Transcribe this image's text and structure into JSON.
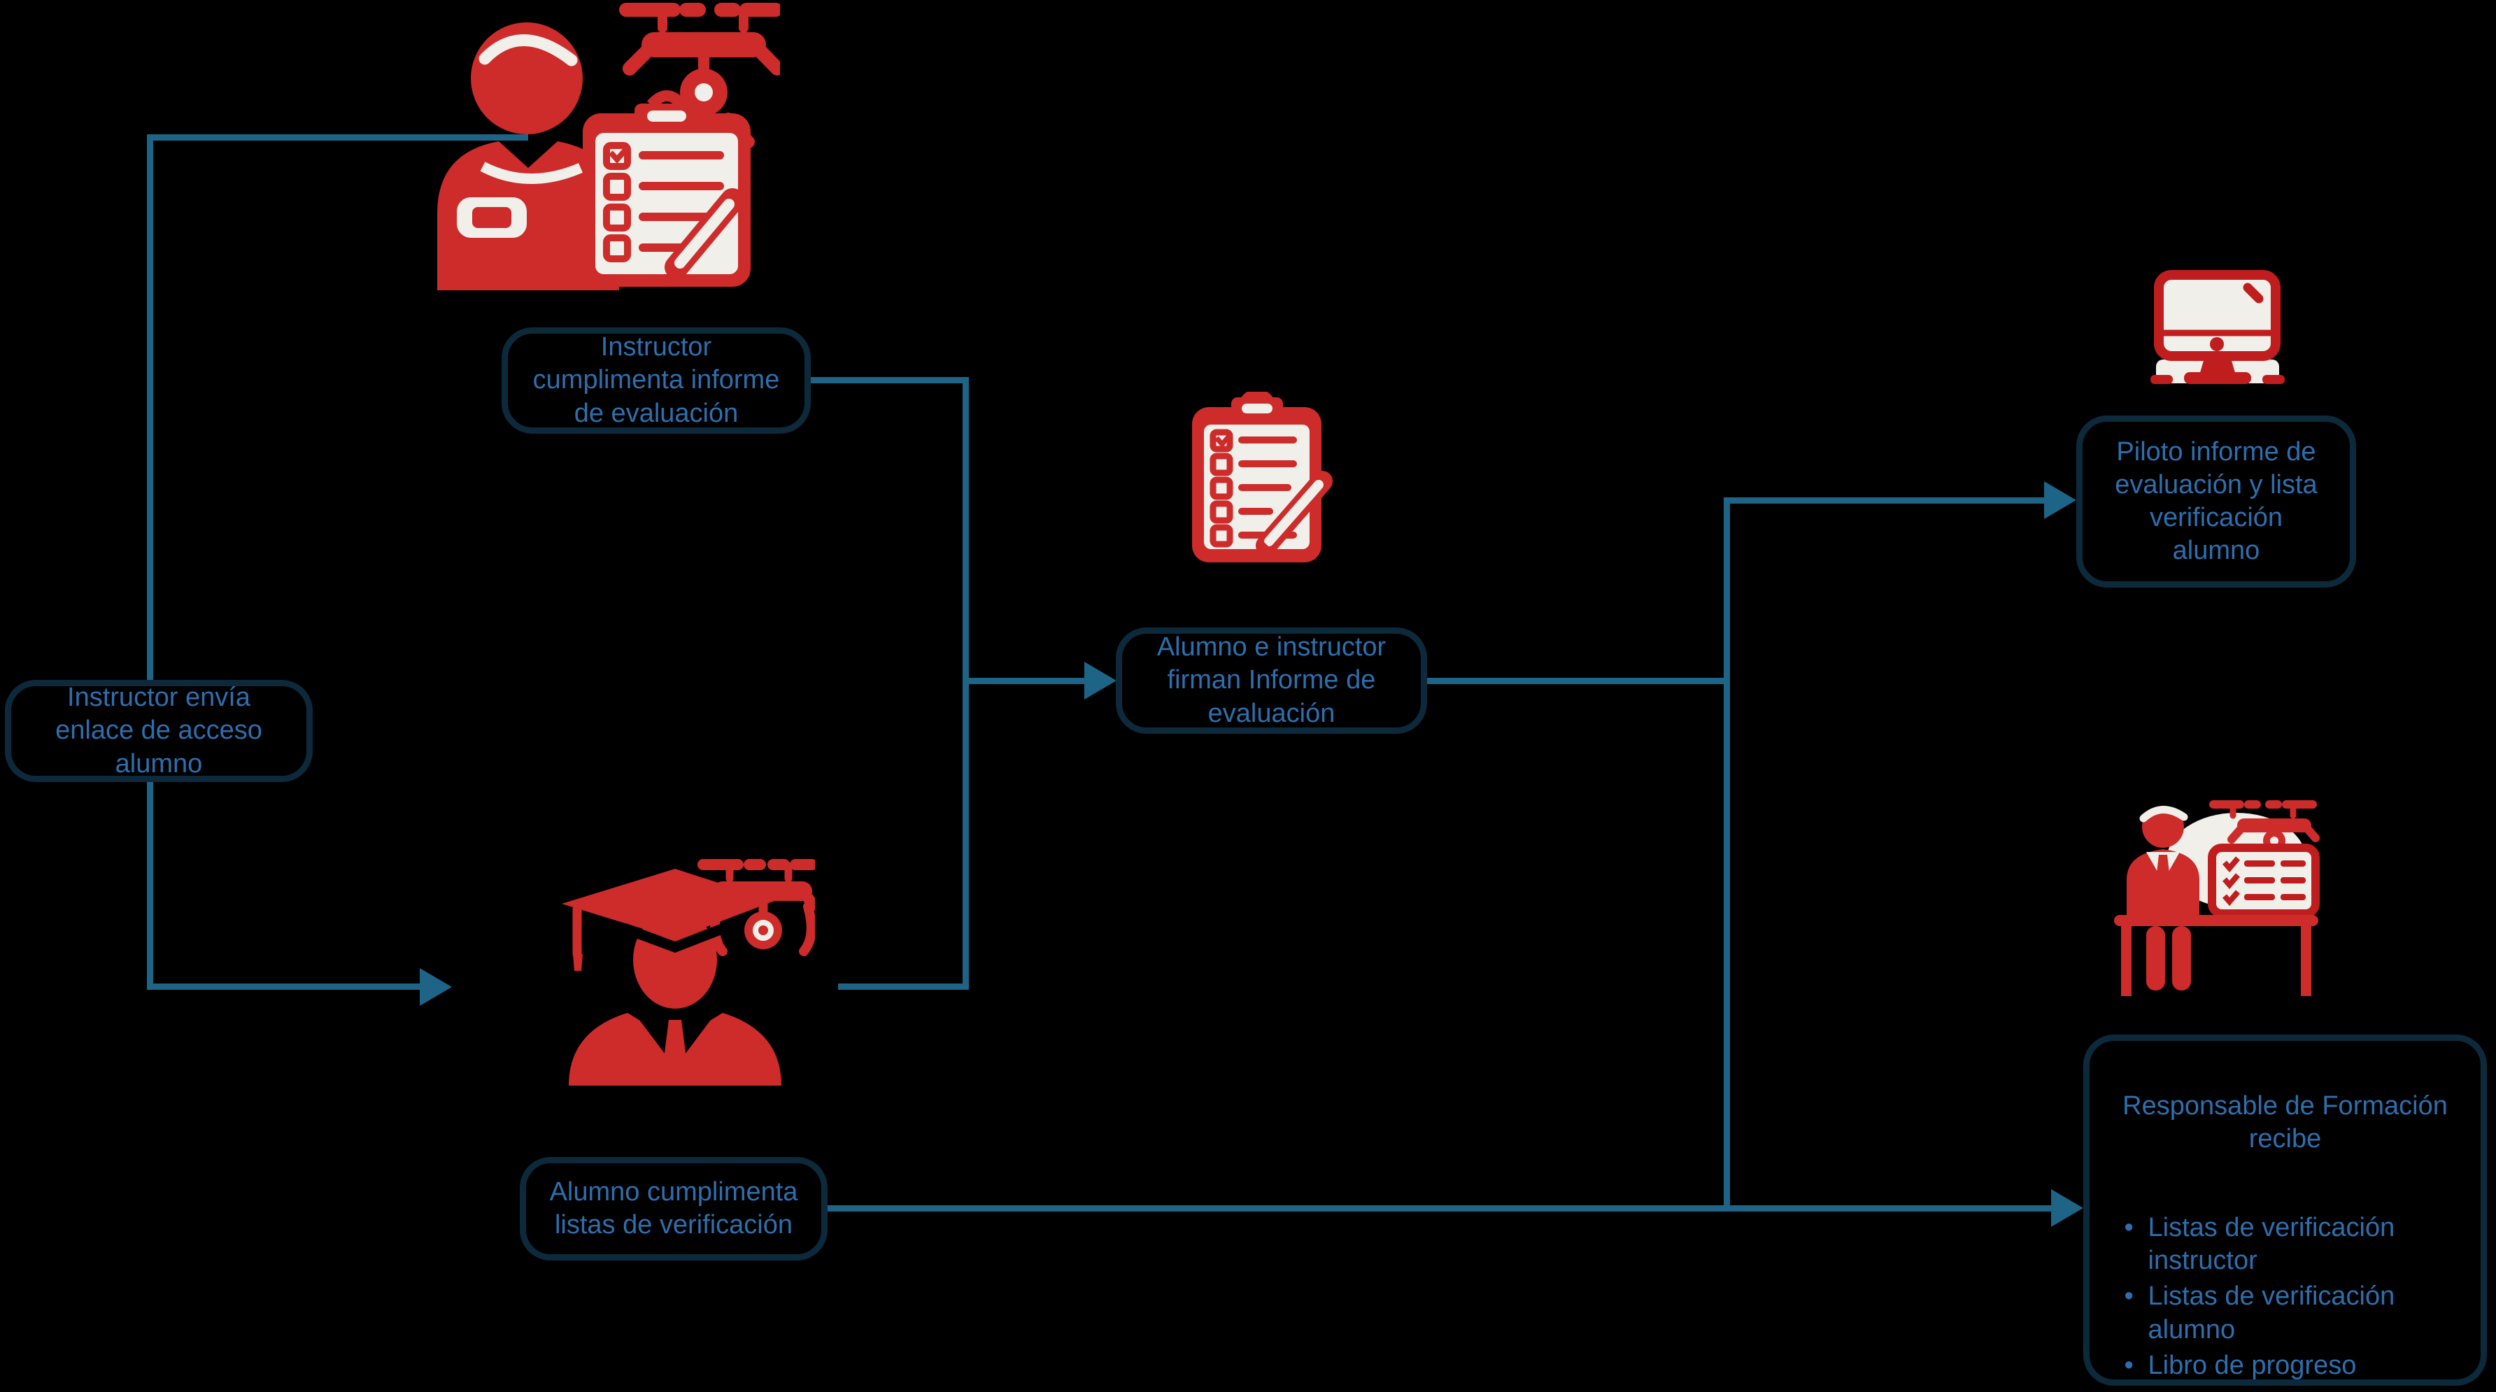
{
  "colors": {
    "background": "#000000",
    "connector": "#1E6486",
    "box_border": "#0D2A3C",
    "text_blue": "#2D6FAE",
    "icon_red": "#CE2B2B",
    "icon_white": "#F0EFE9"
  },
  "nodes": {
    "instructor_report": {
      "label": "Instructor\ncumplimenta informe\nde evaluación"
    },
    "send_link": {
      "label": "Instructor envía\nenlace de acceso\nalumno"
    },
    "sign_report": {
      "label": "Alumno e instructor\nfirman Informe de\nevaluación"
    },
    "pilot_receives": {
      "label": "Piloto informe de\nevaluación y lista\nverificación\nalumno"
    },
    "student_checklists": {
      "label": "Alumno cumplimenta\nlistas de verificación"
    },
    "training_manager": {
      "title": "Responsable de Formación\nrecibe",
      "bullet": "•",
      "items": [
        "Listas de verificación\ninstructor",
        "Listas de verificación\nalumno",
        "Libro de progreso"
      ]
    }
  },
  "icons": {
    "instructor": "instructor-with-drone-and-checklist",
    "checklist": "clipboard-checklist-pencil",
    "computer": "desktop-computer",
    "student": "graduate-student-with-drone",
    "manager": "manager-at-desk-with-monitor-and-drone"
  }
}
